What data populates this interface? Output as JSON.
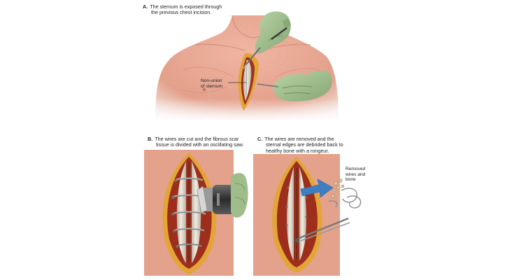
{
  "panel_a": {
    "letter": "A.",
    "caption_line1": "The sternum is exposed through",
    "caption_line2": "the previous chest incision.",
    "callout_line1": "Non-union",
    "callout_line2": "of sternum"
  },
  "panel_b": {
    "letter": "B.",
    "caption_line1": "The wires are cut and the fibrous scar",
    "caption_line2": "tissue is divided with an oscillating saw."
  },
  "panel_c": {
    "letter": "C.",
    "caption_line1": "The wires are removed and the",
    "caption_line2": "sternal edges are debrided back to",
    "caption_line3": "healthy bone with a rongeur.",
    "callout_line1": "Removed",
    "callout_line2": "wires and",
    "callout_line3": "bone"
  },
  "colors": {
    "skin": "#e8a996",
    "skin_shadow": "#c98270",
    "glove": "#a8c493",
    "glove_shadow": "#7e9c6d",
    "fat": "#e3a537",
    "wound_red": "#a2311f",
    "bone": "#d8d2c6",
    "arrow": "#3e7fc4"
  }
}
